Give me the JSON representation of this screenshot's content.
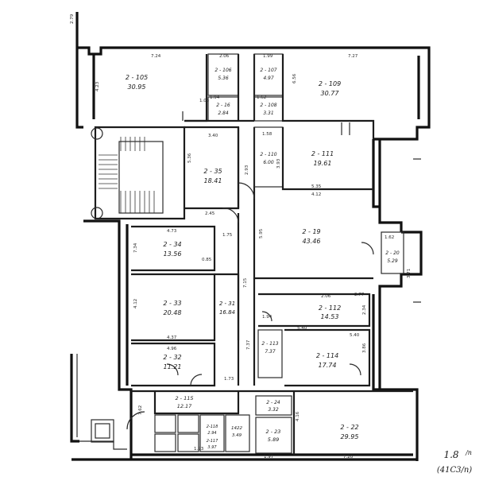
{
  "plan": {
    "corner_code": "1.8",
    "corner_code_suffix": "/n",
    "corner_code_sub": "(41С3/п)"
  },
  "rooms": [
    {
      "id": "r105",
      "number": "2 - 105",
      "area": "30.95"
    },
    {
      "id": "r106",
      "number": "2 - 106",
      "area": "5.36"
    },
    {
      "id": "r107",
      "number": "2 - 107",
      "area": "4.97"
    },
    {
      "id": "r109",
      "number": "2 - 109",
      "area": "30.77"
    },
    {
      "id": "r16",
      "number": "2 - 16",
      "area": "2.84"
    },
    {
      "id": "r108",
      "number": "2 - 108",
      "area": "3.31"
    },
    {
      "id": "r35",
      "number": "2 - 35",
      "area": "18.41"
    },
    {
      "id": "r110",
      "number": "2 - 110",
      "area": "6.00"
    },
    {
      "id": "r111",
      "number": "2 - 111",
      "area": "19.61"
    },
    {
      "id": "r19",
      "number": "2 - 19",
      "area": "43.46"
    },
    {
      "id": "r20",
      "number": "2 - 20",
      "area": "5.29"
    },
    {
      "id": "r34",
      "number": "2 - 34",
      "area": "13.56"
    },
    {
      "id": "r33",
      "number": "2 - 33",
      "area": "20.48"
    },
    {
      "id": "r31",
      "number": "2 - 31",
      "area": "16.84"
    },
    {
      "id": "r112",
      "number": "2 - 112",
      "area": "14.53"
    },
    {
      "id": "r113",
      "number": "2 - 113",
      "area": "7.37"
    },
    {
      "id": "r114",
      "number": "2 - 114",
      "area": "17.74"
    },
    {
      "id": "r32",
      "number": "2 - 32",
      "area": "11.21"
    },
    {
      "id": "r115",
      "number": "2 - 115",
      "area": "12.17"
    },
    {
      "id": "r24",
      "number": "2 - 24",
      "area": "3.32"
    },
    {
      "id": "r23",
      "number": "2 - 23",
      "area": "5.89"
    },
    {
      "id": "r22",
      "number": "2 - 22",
      "area": "29.95"
    },
    {
      "id": "r122",
      "number": "1422",
      "area": "3.49"
    },
    {
      "id": "r118",
      "number": "2-118",
      "area": "2.94"
    },
    {
      "id": "r117",
      "number": "2-117",
      "area": "3.97"
    }
  ],
  "dimensions": [
    "2.79",
    "7.24",
    "2.06",
    "1.99",
    "7.27",
    "4.23",
    "6.56",
    "1.94",
    "1.62",
    "1.05",
    "3.40",
    "1.58",
    "5.36",
    "2.93",
    "3.93",
    "5.35",
    "4.12",
    "2.45",
    "5.95",
    "4.73",
    "1.75",
    "7.34",
    "1.62",
    "0.85",
    "3.71",
    "4.12",
    "7.15",
    "2.06",
    "2.34",
    "5.40",
    "3.86",
    "4.37",
    "4.96",
    "1.73",
    "7.62",
    "4.16",
    "1.97",
    "7.20",
    "2.77",
    "1.94",
    "5.40",
    "7.37",
    "1.93"
  ]
}
